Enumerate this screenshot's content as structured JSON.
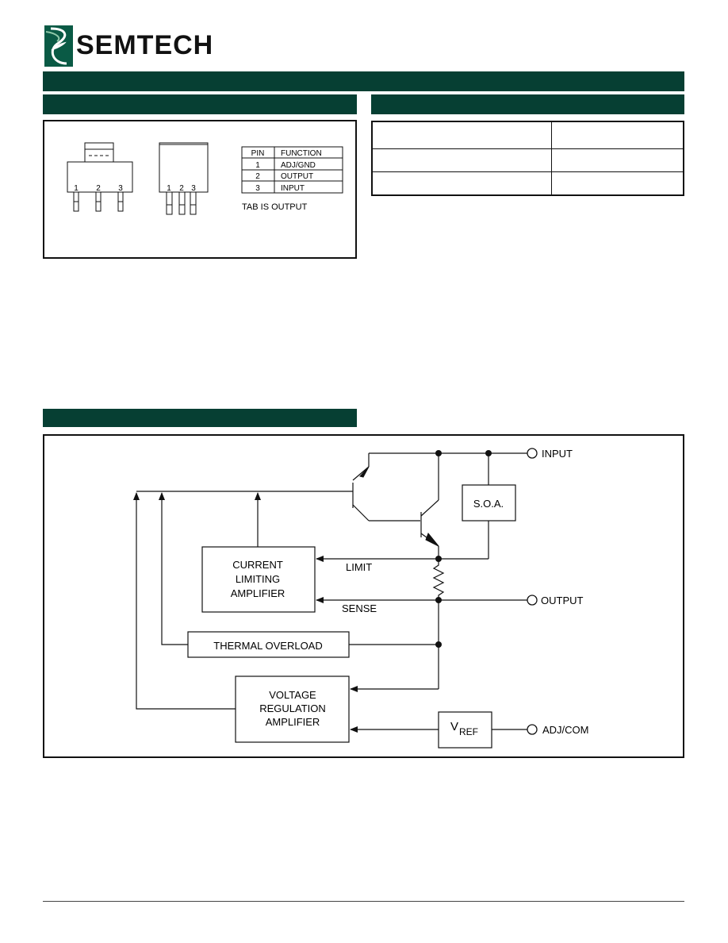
{
  "header": {
    "company": "SEMTECH"
  },
  "pin_diagram": {
    "pkg1_pins": [
      "1",
      "2",
      "3"
    ],
    "pkg2_pins": [
      "1",
      "2",
      "3"
    ],
    "table_header": [
      "PIN",
      "FUNCTION"
    ],
    "table_rows": [
      [
        "1",
        "ADJ/GND"
      ],
      [
        "2",
        "OUTPUT"
      ],
      [
        "3",
        "INPUT"
      ]
    ],
    "tab_note": "TAB IS OUTPUT"
  },
  "block_diagram": {
    "input_label": "INPUT",
    "output_label": "OUTPUT",
    "adj_label": "ADJ/COM",
    "soa_label": "S.O.A.",
    "current_limiting_lines": [
      "CURRENT",
      "LIMITING",
      "AMPLIFIER"
    ],
    "limit_label": "LIMIT",
    "sense_label": "SENSE",
    "thermal_label": "THERMAL OVERLOAD",
    "voltage_reg_lines": [
      "VOLTAGE",
      "REGULATION",
      "AMPLIFIER"
    ],
    "vref_main": "V",
    "vref_sub": "REF"
  },
  "colors": {
    "section_bar": "#063f33",
    "logo_dark": "#0a5a45",
    "logo_light": "#8fc7a8"
  }
}
